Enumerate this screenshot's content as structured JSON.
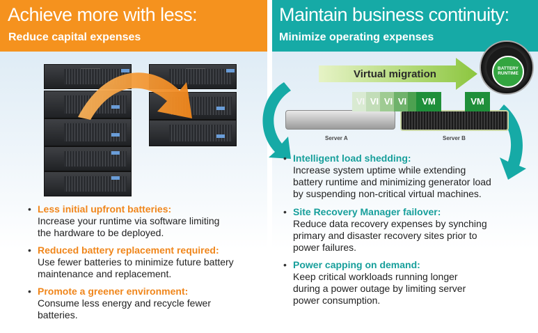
{
  "left": {
    "title": "Achieve more with less:",
    "subtitle": "Reduce capital expenses",
    "bullets": [
      {
        "title": "Less initial upfront batteries:",
        "desc": [
          "Increase your runtime via software limiting",
          "the hardware to be deployed."
        ]
      },
      {
        "title": "Reduced battery replacement required:",
        "desc": [
          "Use fewer batteries to minimize future battery",
          "maintenance and replacement."
        ]
      },
      {
        "title": "Promote a greener environment:",
        "desc": [
          "Consume less energy and recycle fewer",
          "batteries."
        ]
      }
    ]
  },
  "right": {
    "title": "Maintain business continuity:",
    "subtitle": "Minimize operating expenses",
    "migration_label": "Virtual migration",
    "gauge_label": [
      "BATTERY",
      "RUNTIME"
    ],
    "vm_labels": [
      "VI",
      "VI",
      "VI",
      "VI",
      "VM",
      "VM"
    ],
    "server_a": "Server A",
    "server_b": "Server B",
    "bullets": [
      {
        "title": "Intelligent load shedding:",
        "desc": [
          "Increase system uptime while extending",
          "battery runtime and minimizing generator load",
          "by suspending non-critical virtual machines."
        ]
      },
      {
        "title": "Site Recovery Manager failover:",
        "desc": [
          "Reduce data recovery expenses by synching",
          "primary and disaster recovery sites prior to",
          "power failures."
        ]
      },
      {
        "title": "Power capping on demand:",
        "desc": [
          "Keep critical workloads running longer",
          "during a power outage by limiting server",
          "power consumption."
        ]
      }
    ]
  },
  "colors": {
    "orange": "#f5921e",
    "teal": "#16aaa6",
    "vm_green": "#1f8f3a",
    "arrow_green": "#8cc63f"
  }
}
